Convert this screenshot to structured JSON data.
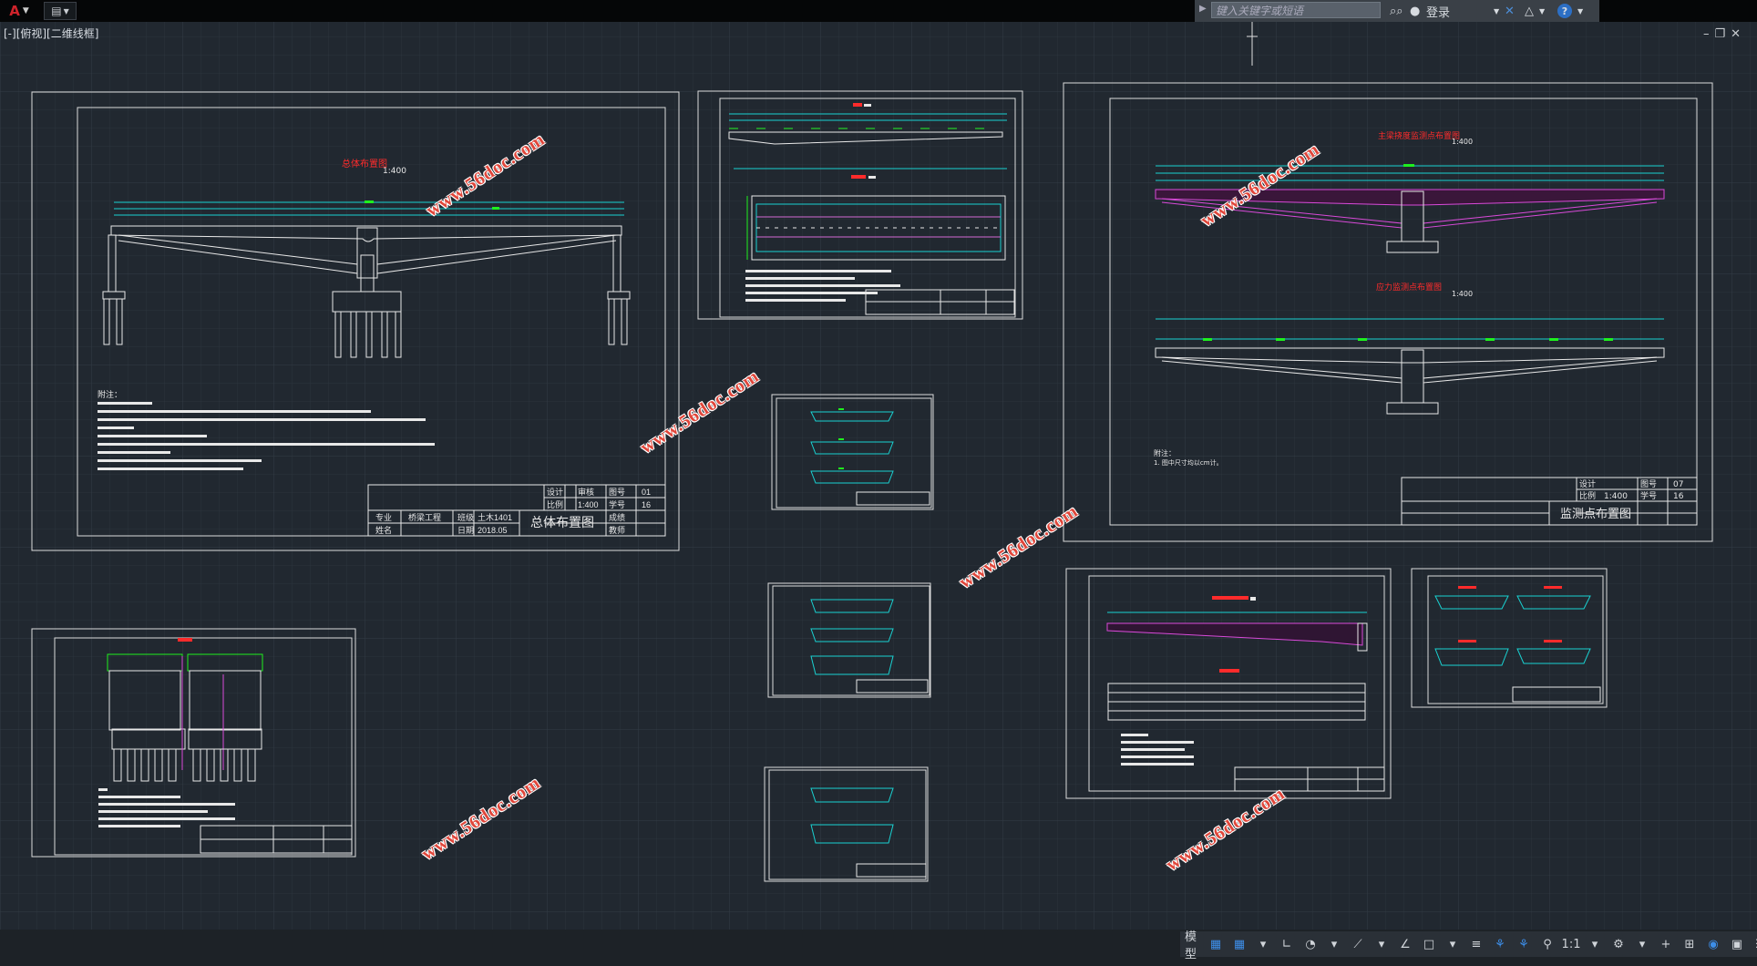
{
  "topbar": {
    "search_placeholder": "键入关键字或短语",
    "login_label": "登录",
    "viewport_label": "[-][俯视][二维线框]"
  },
  "watermark": "www.56doc.com",
  "drawing": {
    "general_plan": {
      "title": "总体布置图",
      "scale": "1:400",
      "notes_heading": "附注：",
      "titleblock": {
        "design_label": "设计",
        "review_label": "审核",
        "date_label": "日期",
        "date_value": "2018.05",
        "scale_label": "比例",
        "scale_value": "1:400",
        "drawing_no_label": "图号",
        "drawing_no_value": "01",
        "sheet_label": "学号",
        "sheet_value": "16",
        "major_label": "专业",
        "major_value": "桥梁工程",
        "class_label": "班级",
        "class_value": "土木1401",
        "grade_label": "成绩",
        "teacher_label": "教师",
        "name_label": "姓名"
      }
    },
    "monitor_plan": {
      "title": "监测点布置图",
      "scale_value": "1:400",
      "drawing_no_value": "07",
      "sheet_value": "16",
      "sub1_title": "主梁挠度监测点布置图",
      "sub2_title": "应力监测点布置图",
      "scale": "1:400",
      "notes_heading": "附注：",
      "note1": "1. 图中尺寸均以cm计。"
    }
  },
  "statusbar": {
    "model_label": "模型",
    "scale_label": "1:1"
  }
}
